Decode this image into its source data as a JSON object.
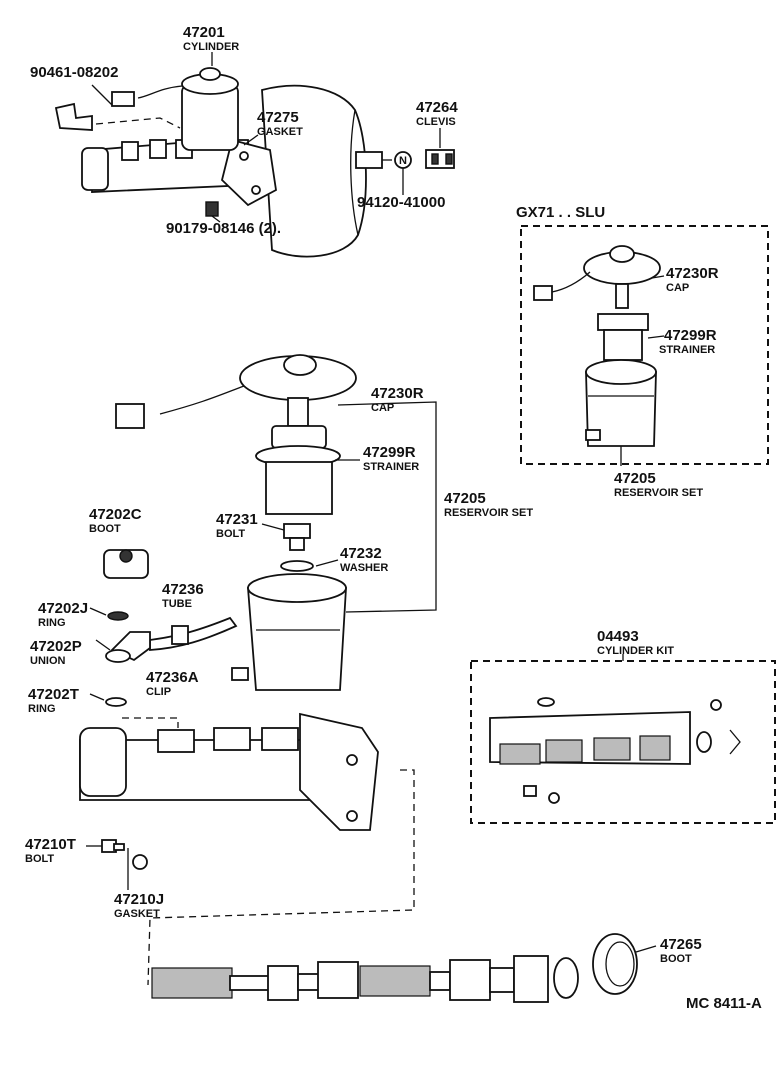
{
  "labels": {
    "l47201": {
      "num": "47201",
      "name": "CYLINDER"
    },
    "l90461": {
      "num": "90461-08202"
    },
    "l47275": {
      "num": "47275",
      "name": "GASKET"
    },
    "l47264": {
      "num": "47264",
      "name": "CLEVIS"
    },
    "l94120": {
      "num": "94120-41000"
    },
    "l90179": {
      "num": "90179-08146 (2)."
    },
    "gx_title": "GX71 . . SLU",
    "l47230R_gx": {
      "num": "47230R",
      "name": "CAP"
    },
    "l47299R_gx": {
      "num": "47299R",
      "name": "STRAINER"
    },
    "l47205_gx": {
      "num": "47205",
      "name": "RESERVOIR SET"
    },
    "l47230R": {
      "num": "47230R",
      "name": "CAP"
    },
    "l47299R": {
      "num": "47299R",
      "name": "STRAINER"
    },
    "l47205": {
      "num": "47205",
      "name": "RESERVOIR SET"
    },
    "l47202C": {
      "num": "47202C",
      "name": "BOOT"
    },
    "l47231": {
      "num": "47231",
      "name": "BOLT"
    },
    "l47232": {
      "num": "47232",
      "name": "WASHER"
    },
    "l47236": {
      "num": "47236",
      "name": "TUBE"
    },
    "l47202J": {
      "num": "47202J",
      "name": "RING"
    },
    "l47202P": {
      "num": "47202P",
      "name": "UNION"
    },
    "l47236A": {
      "num": "47236A",
      "name": "CLIP"
    },
    "l47202T": {
      "num": "47202T",
      "name": "RING"
    },
    "l04493": {
      "num": "04493",
      "name": "CYLINDER KIT"
    },
    "l47210T": {
      "num": "47210T",
      "name": "BOLT"
    },
    "l47210J": {
      "num": "47210J",
      "name": "GASKET"
    },
    "l47265": {
      "num": "47265",
      "name": "BOOT"
    },
    "ref_code": "MC  8411-A",
    "n_marker": "N"
  },
  "colors": {
    "ink": "#111111",
    "paper": "#ffffff",
    "shade": "#bbbbbb"
  }
}
